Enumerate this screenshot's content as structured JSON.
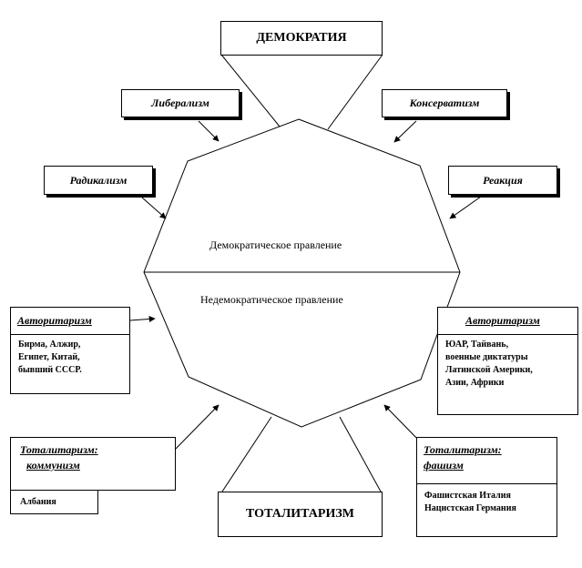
{
  "top": {
    "title": "ДЕМОКРАТИЯ"
  },
  "bottom": {
    "title": "ТОТАЛИТАРИЗМ"
  },
  "center": {
    "upper": "Демократическое правление",
    "lower": "Недемократическое правление"
  },
  "left": {
    "liberalism": "Либерализм",
    "radicalism": "Радикализм",
    "authoritarianism": {
      "title": "Авторитаризм",
      "lines": [
        "Бирма, Алжир,",
        "Египет, Китай,",
        "бывший СССР."
      ]
    },
    "totalitarian_communism": {
      "title_line1": "Тоталитаризм:",
      "title_line2": "коммунизм",
      "example": "Албания"
    }
  },
  "right": {
    "conservatism": "Консерватизм",
    "reaction": "Реакция",
    "authoritarianism": {
      "title": "Авторитаризм",
      "lines": [
        "ЮАР, Тайвань,",
        "военные диктатуры",
        "Латинской Америки,",
        "Азии, Африки"
      ]
    },
    "totalitarian_fascism": {
      "title_line1": "Тоталитаризм:",
      "title_line2": "фашизм",
      "lines": [
        "Фашистская  Италия",
        "Нацистская  Германия"
      ]
    }
  }
}
